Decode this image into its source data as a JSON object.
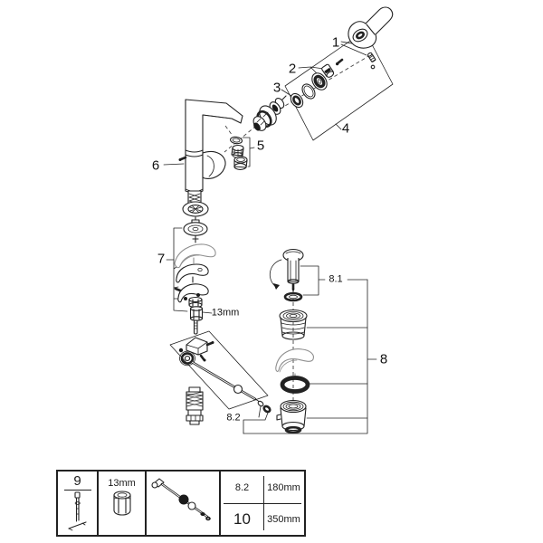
{
  "colors": {
    "line": "#222222",
    "soft_gray": "#8f8f8f",
    "background": "#ffffff"
  },
  "diagram": {
    "labels": {
      "p1": "1",
      "p2": "2",
      "p3": "3",
      "p4": "4",
      "p5": "5",
      "p6": "6",
      "p7": "7",
      "p8": "8",
      "p8_1": "8.1",
      "p8_2": "8.2",
      "wrench_size": "13mm"
    }
  },
  "table": {
    "tool_no": "9",
    "nut_size": "13mm",
    "specs": [
      {
        "ref": "8.2",
        "length": "180mm"
      },
      {
        "ref": "10",
        "length": "350mm"
      }
    ]
  }
}
